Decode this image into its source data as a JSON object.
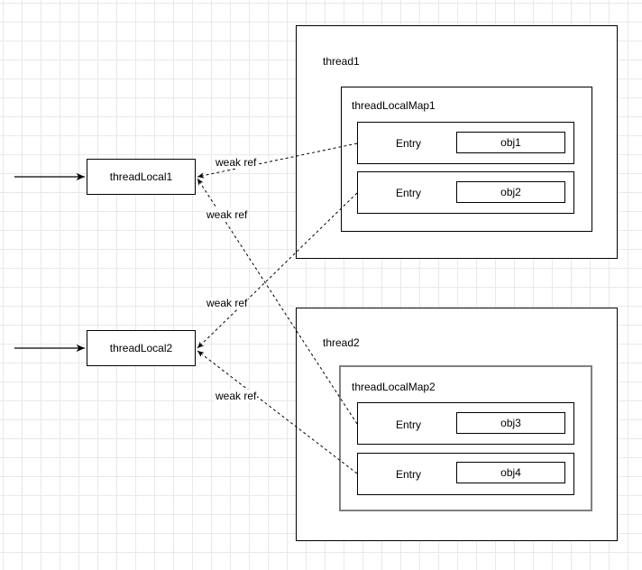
{
  "threadLocals": [
    {
      "label": "threadLocal1"
    },
    {
      "label": "threadLocal2"
    }
  ],
  "threads": [
    {
      "label": "thread1",
      "map": {
        "label": "threadLocalMap1",
        "entries": [
          {
            "label": "Entry",
            "value": "obj1"
          },
          {
            "label": "Entry",
            "value": "obj2"
          }
        ]
      }
    },
    {
      "label": "thread2",
      "map": {
        "label": "threadLocalMap2",
        "entries": [
          {
            "label": "Entry",
            "value": "obj3"
          },
          {
            "label": "Entry",
            "value": "obj4"
          }
        ]
      }
    }
  ],
  "edge_labels": [
    "weak ref",
    "weak ref",
    "weak ref",
    "weak ref"
  ],
  "colors": {
    "stroke": "#000000",
    "grid": "#e9e9e9",
    "inner_border_thread2": "#808080"
  }
}
